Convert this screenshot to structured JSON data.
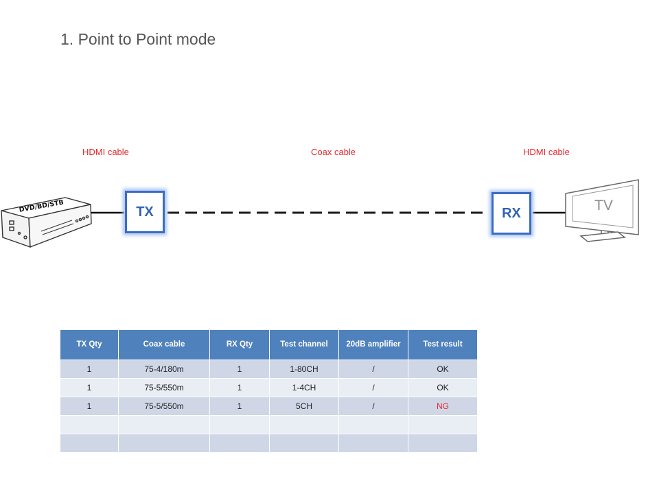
{
  "title": "1. Point to Point mode",
  "cable_labels": {
    "left": "HDMI cable",
    "middle": "Coax cable",
    "right": "HDMI cable"
  },
  "devices": {
    "source": "DVD/BD/STB",
    "tx": "TX",
    "rx": "RX",
    "display": "TV"
  },
  "colors": {
    "cable_label": "#e8262b",
    "box_border": "#3b6cc4",
    "header_bg": "#4f81bd",
    "row_odd": "#cfd7e7",
    "row_even": "#e9edf4",
    "ng": "#e8262b"
  },
  "table": {
    "headers": [
      "TX Qty",
      "Coax cable",
      "RX Qty",
      "Test channel",
      "20dB amplifier",
      "Test result"
    ],
    "rows": [
      [
        "1",
        "75-4/180m",
        "1",
        "1-80CH",
        "/",
        "OK"
      ],
      [
        "1",
        "75-5/550m",
        "1",
        "1-4CH",
        "/",
        "OK"
      ],
      [
        "1",
        "75-5/550m",
        "1",
        "5CH",
        "/",
        "NG"
      ],
      [
        "",
        "",
        "",
        "",
        "",
        ""
      ],
      [
        "",
        "",
        "",
        "",
        "",
        ""
      ]
    ]
  }
}
